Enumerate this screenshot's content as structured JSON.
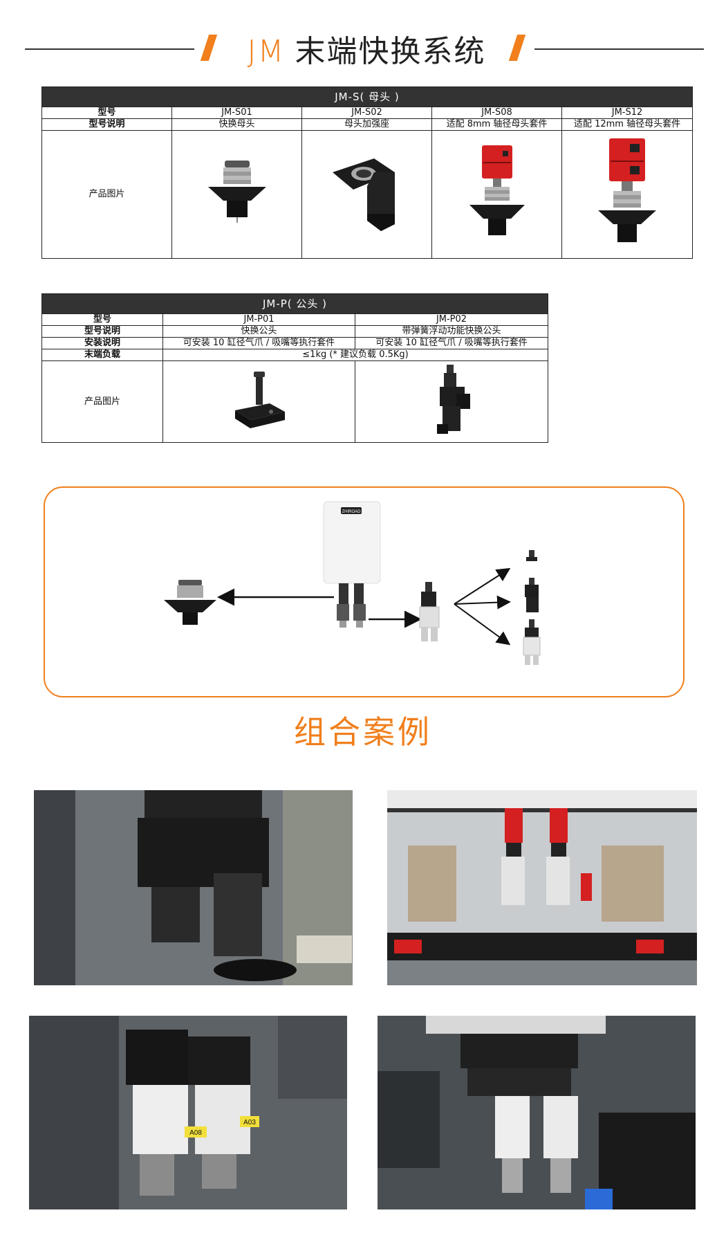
{
  "header": {
    "brand": "JM",
    "title": "末端快换系统"
  },
  "female_table": {
    "caption": "JM-S( 母头 )",
    "row_labels": {
      "model": "型号",
      "desc": "型号说明",
      "image": "产品图片"
    },
    "columns": [
      {
        "model": "JM-S01",
        "desc": "快换母头"
      },
      {
        "model": "JM-S02",
        "desc": "母头加强座"
      },
      {
        "model": "JM-S08",
        "desc": "适配 8mm 轴径母头套件"
      },
      {
        "model": "JM-S12",
        "desc": "适配 12mm 轴径母头套件"
      }
    ]
  },
  "male_table": {
    "caption": "JM-P( 公头 )",
    "row_labels": {
      "model": "型号",
      "desc": "型号说明",
      "install": "安装说明",
      "load": "末端负载",
      "image": "产品图片"
    },
    "columns": [
      {
        "model": "JM-P01",
        "desc": "快换公头",
        "install": "可安装 10 缸径气爪 / 吸嘴等执行套件"
      },
      {
        "model": "JM-P02",
        "desc": "带弹簧浮动功能快换公头",
        "install": "可安装 10 缸径气爪 / 吸嘴等执行套件"
      }
    ],
    "load": "≤1kg (* 建议负载 0.5Kg)"
  },
  "diagram": {
    "robot_brand": "ZHIROAD"
  },
  "combo": {
    "title": "组合案例"
  },
  "photo_labels": {
    "a08": "A08",
    "a03": "A03"
  },
  "colors": {
    "accent": "#f07f1c",
    "header_bar": "#333333",
    "red_part": "#d42020"
  }
}
